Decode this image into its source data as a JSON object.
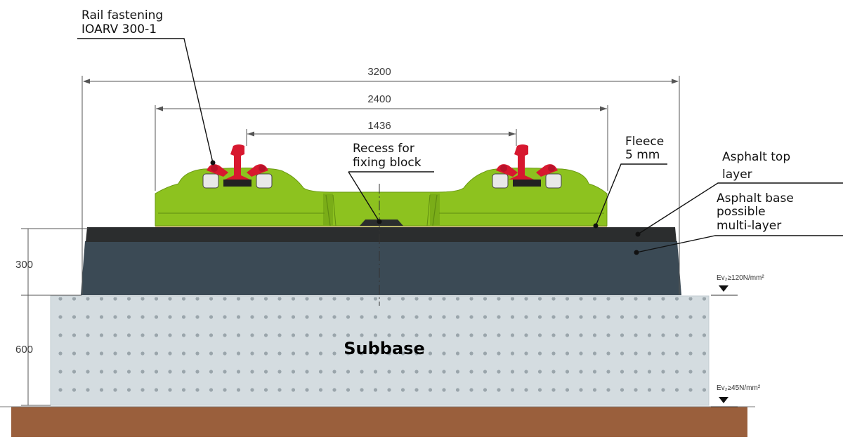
{
  "colors": {
    "ground": "#9a5f3c",
    "subbase_fill": "#d4dce0",
    "subbase_dot": "#9aa5ab",
    "asphalt_base": "#3b4a55",
    "asphalt_top": "#2b2d2e",
    "fleece": "#d8c08a",
    "slab_green": "#8dc21f",
    "slab_green_dark": "#5f8c10",
    "rail_red": "#d7182f"
  },
  "dimensions": {
    "overall_width": "3200",
    "slab_width": "2400",
    "track_gauge": "1436",
    "asphalt_height": "300",
    "subbase_height": "600"
  },
  "labels": {
    "rail_fastening_line1": "Rail fastening",
    "rail_fastening_line2": "IOARV 300-1",
    "recess_line1": "Recess for",
    "recess_line2": "fixing block",
    "fleece_line1": "Fleece",
    "fleece_line2": "5 mm",
    "asphalt_top_line1": "Asphalt top",
    "asphalt_top_line2": "layer",
    "asphalt_base_line1": "Asphalt base",
    "asphalt_base_line2": "possible",
    "asphalt_base_line3": "multi-layer",
    "subbase": "Subbase",
    "modulus_top": "Ev₂≥120N/mm²",
    "modulus_bottom": "Ev₂≥45N/mm²"
  }
}
